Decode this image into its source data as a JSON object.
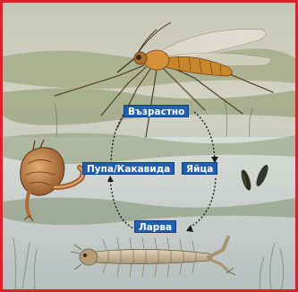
{
  "diagram": {
    "stages": {
      "adult": "Възрастно",
      "pupa": "Пупа/Какавида",
      "eggs": "Яйца",
      "larva": "Ларва"
    },
    "colors": {
      "frame": "#d8232a",
      "label_bg": "#1f5fae",
      "label_text": "#ffffff",
      "arrow": "#1a1a1a",
      "mosquito_body": "#c9872c",
      "pupa_body": "#b56d34",
      "egg": "#2a2f1e",
      "larva_body": "#c8b79b"
    },
    "illustrations": [
      "mosquito-adult",
      "mosquito-pupa",
      "mosquito-eggs",
      "mosquito-larva"
    ]
  }
}
